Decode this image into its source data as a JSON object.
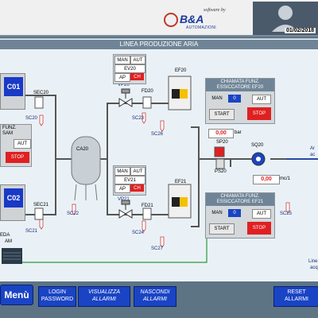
{
  "header": {
    "logo_software": "software by",
    "logo_brand": "B&A",
    "logo_sub": "AUTOMAZIONI",
    "date": "01/02/2018"
  },
  "title": "LINEA PRODUZIONE ARIA",
  "equipment": {
    "c01": "C01",
    "c02": "C02",
    "sec20": "SEC20",
    "sec21": "SEC21",
    "sc20": "SC20",
    "sc21": "SC21",
    "sc22": "SC22",
    "sc23": "SC23",
    "sc24": "SC24",
    "sc25": "SC25",
    "sc26": "SC26",
    "sc27": "SC27",
    "ca20": "CA20",
    "vp20": "VP20",
    "vp21": "VP21",
    "fd20": "FD20",
    "fd21": "FD21",
    "ef20": "EF20",
    "ef21": "EF21",
    "sp20": "SP20",
    "ps20": "PS20",
    "sq20": "SQ20",
    "ev20": "EV20",
    "ev21": "EV21",
    "man": "MAN",
    "aut": "AUT",
    "ap": "AP",
    "ch": "CH",
    "left_fragment_1": "FUNZ.",
    "left_fragment_2": "SAM",
    "left_fragment_3": "EDA",
    "left_fragment_4": "AM",
    "right_fragment_1": "Ar",
    "right_fragment_2": "ac",
    "right_fragment_3": "Line",
    "right_fragment_4": "acq"
  },
  "panel_ef20": {
    "title_1": "CHIAMATA FUNZ.",
    "title_2": "ESSICCATORE EF20",
    "man": "MAN",
    "value": "0",
    "aut": "AUT",
    "start": "START",
    "stop": "STOP"
  },
  "panel_ef21": {
    "title_1": "CHIAMATA FUNZ.",
    "title_2": "ESSICCATORE EF21",
    "man": "MAN",
    "value": "0",
    "aut": "AUT",
    "start": "START",
    "stop": "STOP"
  },
  "left_panel": {
    "aut": "AUT",
    "stop": "STOP"
  },
  "readouts": {
    "pressure_value": "0,00",
    "pressure_unit": "bar",
    "flow_value": "0,00",
    "flow_unit": "mc/1"
  },
  "footer": {
    "menu": "Menù",
    "login_1": "LOGIN",
    "login_2": "PASSWORD",
    "vis_1": "VISUALIZZA",
    "vis_2": "ALLARMI",
    "nasc_1": "NASCONDI",
    "nasc_2": "ALLARMI",
    "reset_1": "RESET",
    "reset_2": "ALLARMI"
  },
  "colors": {
    "pipe": "#555555",
    "blue_button": "#1a44c4",
    "stop_red": "#e02020",
    "green_line": "#2a9a3a"
  }
}
